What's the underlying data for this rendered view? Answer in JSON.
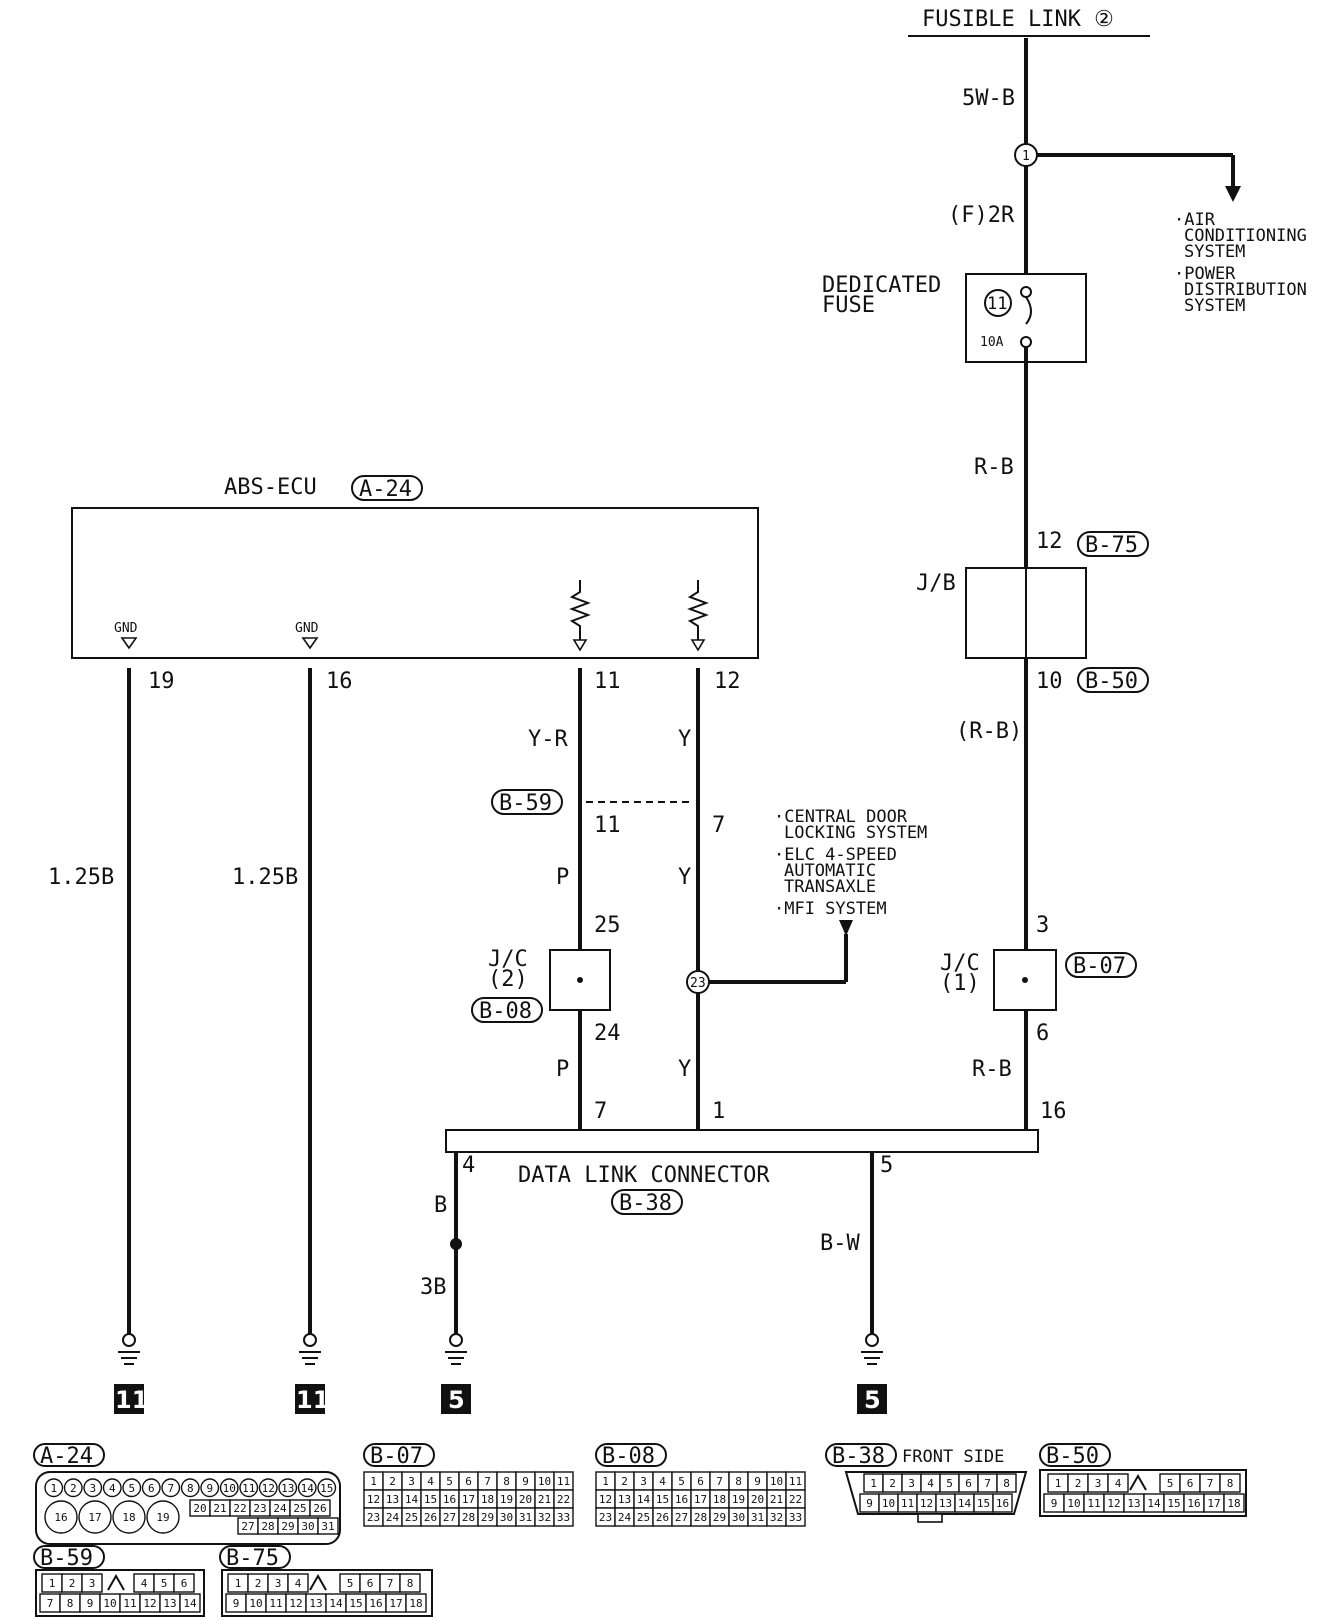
{
  "fusible_link": "FUSIBLE LINK ②",
  "wires": {
    "w_5wb": "5W-B",
    "w_f2r": "(F)2R",
    "w_rb_top": "R-B",
    "w_rb_paren": "(R-B)",
    "w_rb_bot": "R-B",
    "w_yr": "Y-R",
    "w_y1": "Y",
    "w_y2": "Y",
    "w_y3": "Y",
    "w_p1": "P",
    "w_p2": "P",
    "w_125b_1": "1.25B",
    "w_125b_2": "1.25B",
    "w_b": "B",
    "w_3b": "3B",
    "w_bw": "B-W"
  },
  "splice_1": "1",
  "splice_23": "23",
  "air_list": [
    "·AIR",
    "CONDITIONING",
    "SYSTEM",
    "·POWER",
    "DISTRIBUTION",
    "SYSTEM"
  ],
  "fuse": {
    "label1": "DEDICATED",
    "label2": "FUSE",
    "number": "11",
    "rating": "10A"
  },
  "abs": {
    "title": "ABS-ECU",
    "connector": "A-24",
    "gnd": "GND"
  },
  "pins": {
    "p19": "19",
    "p16": "16",
    "p11a": "11",
    "p12a": "12",
    "p11b": "11",
    "p7b": "7",
    "p25": "25",
    "p24": "24",
    "p12jb": "12",
    "p10jb": "10",
    "p3": "3",
    "p6": "6",
    "p7d": "7",
    "p1d": "1",
    "p16d": "16",
    "p4d": "4",
    "p5d": "5"
  },
  "jb": {
    "label": "J/B",
    "conn_top": "B-75",
    "conn_bot": "B-50"
  },
  "b59": "B-59",
  "jc2": {
    "label1": "J/C",
    "label2": "(2)",
    "conn": "B-08"
  },
  "jc1": {
    "label1": "J/C",
    "label2": "(1)",
    "conn": "B-07"
  },
  "systems": [
    "·CENTRAL DOOR",
    "LOCKING SYSTEM",
    "·ELC 4-SPEED",
    "AUTOMATIC",
    "TRANSAXLE",
    "·MFI SYSTEM"
  ],
  "dlc": {
    "title": "DATA LINK CONNECTOR",
    "conn": "B-38"
  },
  "grounds": [
    "11",
    "11",
    "5",
    "5"
  ],
  "connector_views": {
    "a24": {
      "tag": "A-24",
      "row1": [
        "1",
        "2",
        "3",
        "4",
        "5",
        "6",
        "7",
        "8",
        "9",
        "10",
        "11",
        "12",
        "13",
        "14",
        "15"
      ],
      "big": [
        "16",
        "17",
        "18",
        "19"
      ],
      "row2": [
        "20",
        "21",
        "22",
        "23",
        "24",
        "25",
        "26"
      ],
      "row3": [
        "27",
        "28",
        "29",
        "30",
        "31"
      ]
    },
    "b07": {
      "tag": "B-07"
    },
    "b08": {
      "tag": "B-08"
    },
    "b38": {
      "tag": "B-38",
      "label": "FRONT SIDE",
      "row1": [
        "1",
        "2",
        "3",
        "4",
        "5",
        "6",
        "7",
        "8"
      ],
      "row2": [
        "9",
        "10",
        "11",
        "12",
        "13",
        "14",
        "15",
        "16"
      ]
    },
    "b50": {
      "tag": "B-50",
      "row1": [
        "1",
        "2",
        "3",
        "4",
        "5",
        "6",
        "7",
        "8"
      ],
      "row2": [
        "9",
        "10",
        "11",
        "12",
        "13",
        "14",
        "15",
        "16",
        "17",
        "18"
      ]
    },
    "b59": {
      "tag": "B-59",
      "row1": [
        "1",
        "2",
        "3",
        "4",
        "5",
        "6"
      ],
      "row2": [
        "7",
        "8",
        "9",
        "10",
        "11",
        "12",
        "13",
        "14"
      ]
    },
    "b75": {
      "tag": "B-75",
      "row1": [
        "1",
        "2",
        "3",
        "4",
        "5",
        "6",
        "7",
        "8"
      ],
      "row2": [
        "9",
        "10",
        "11",
        "12",
        "13",
        "14",
        "15",
        "16",
        "17",
        "18"
      ]
    },
    "grid33": {
      "row1": [
        "1",
        "2",
        "3",
        "4",
        "5",
        "6",
        "7",
        "8",
        "9",
        "10",
        "11"
      ],
      "row2": [
        "12",
        "13",
        "14",
        "15",
        "16",
        "17",
        "18",
        "19",
        "20",
        "21",
        "22"
      ],
      "row3": [
        "23",
        "24",
        "25",
        "26",
        "27",
        "28",
        "29",
        "30",
        "31",
        "32",
        "33"
      ]
    }
  }
}
